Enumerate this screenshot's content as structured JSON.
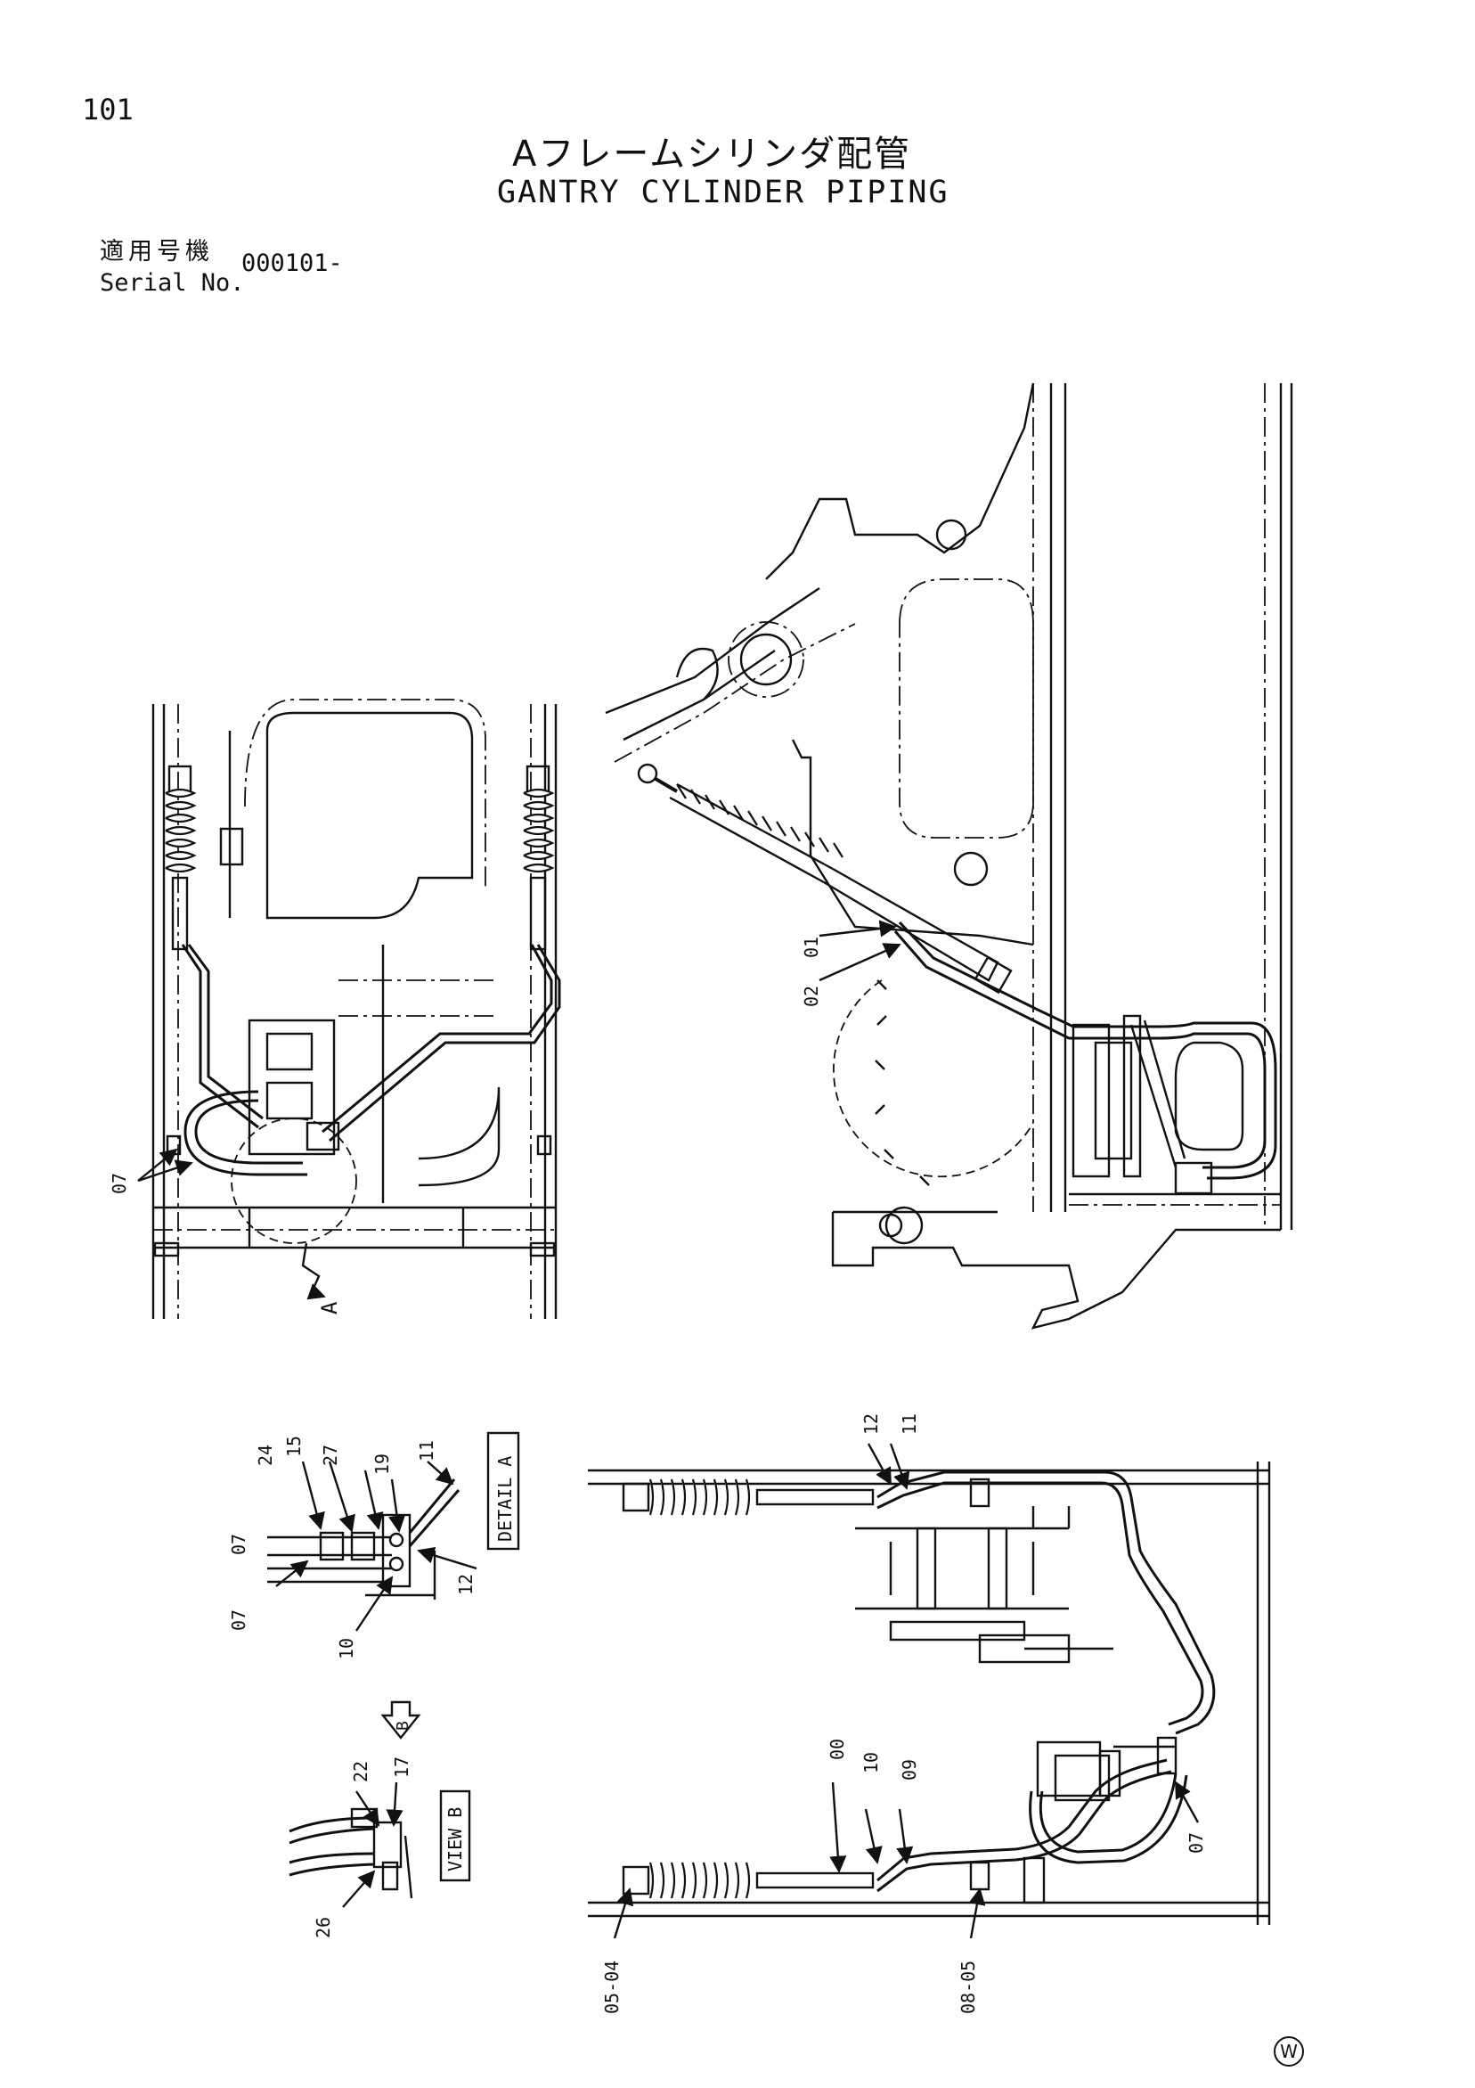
{
  "page": {
    "number": "101",
    "title_jp": "Aフレームシリンダ配管",
    "title_en": "GANTRY CYLINDER PIPING",
    "serial_label_jp": "適用号機",
    "serial_label_en": "Serial No.",
    "serial_value": "000101-",
    "watermark": "W"
  },
  "callouts": {
    "top_left": {
      "c07": "07",
      "view_a": "A"
    },
    "top_right": {
      "c01": "01",
      "c02": "02"
    },
    "detail_a": {
      "label": "DETAIL A",
      "c07a": "07",
      "c07b": "07",
      "c24": "24",
      "c15": "15",
      "c27": "27",
      "c19": "19",
      "c11": "11",
      "c12": "12",
      "c10": "10",
      "arrow_b": "B"
    },
    "view_b": {
      "label": "VIEW B",
      "c22": "22",
      "c17": "17",
      "c26": "26"
    },
    "bottom_right": {
      "c12": "12",
      "c11": "11",
      "c00": "00",
      "c10": "10",
      "c09": "09",
      "c07": "07",
      "c0504": "05-04",
      "c0805": "08-05"
    }
  }
}
